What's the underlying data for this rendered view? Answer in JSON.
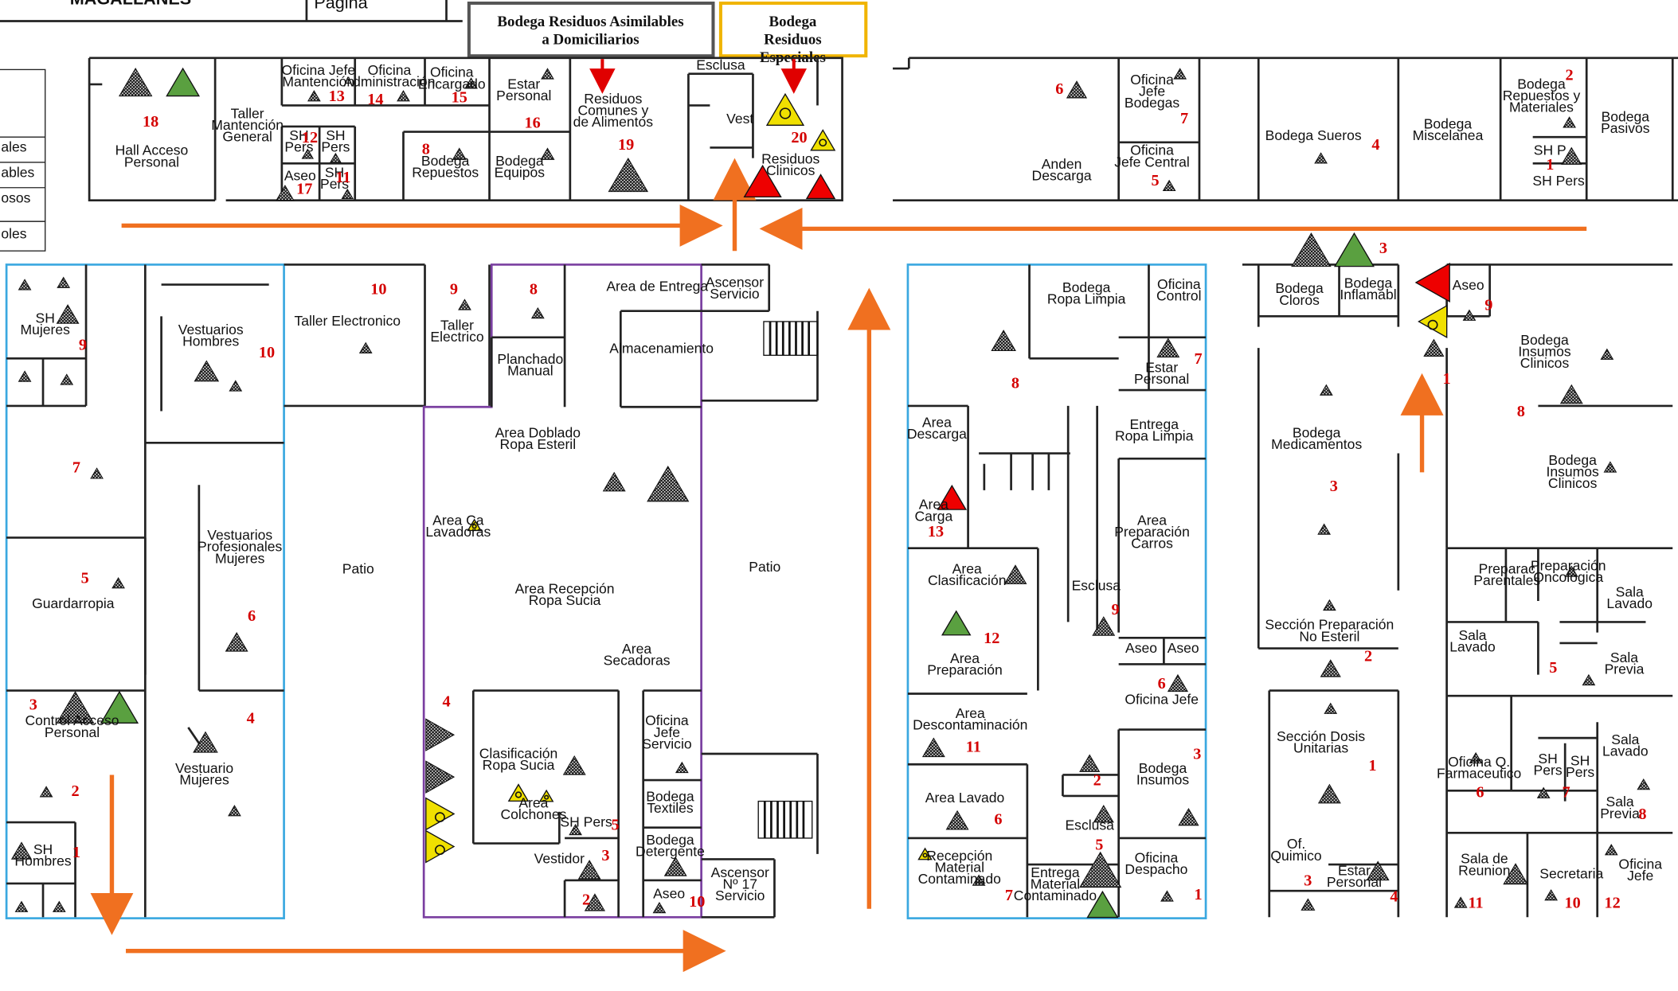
{
  "header": {
    "institution_cut": "MAGALLANES",
    "page_label_cut": "Página",
    "bodega_asimilables": "Bodega Residuos Asimilables a Domiciliarios",
    "bodega_especiales": "Bodega Residuos Especiales"
  },
  "left_legend": [
    "ales",
    "ables",
    "osos",
    "oles"
  ],
  "rooms": [
    {
      "id": "hall",
      "lines": [
        "Hall Acceso",
        "Personal"
      ]
    },
    {
      "id": "taller-mant",
      "lines": [
        "Taller",
        "Mantención",
        "General"
      ]
    },
    {
      "id": "of-jefe-mant",
      "lines": [
        "Oficina Jefe",
        "Mantención"
      ]
    },
    {
      "id": "of-admin",
      "lines": [
        "Oficina",
        "Administración"
      ]
    },
    {
      "id": "of-encargado",
      "lines": [
        "Oficina",
        "Encargado"
      ]
    },
    {
      "id": "estar-personal-top",
      "lines": [
        "Estar",
        "Personal"
      ]
    },
    {
      "id": "sh-pers-a",
      "lines": [
        "SH",
        "Pers"
      ]
    },
    {
      "id": "sh-pers-b",
      "lines": [
        "SH",
        "Pers"
      ]
    },
    {
      "id": "aseo-top",
      "lines": [
        "Aseo"
      ]
    },
    {
      "id": "sh-pers-c",
      "lines": [
        "SH",
        "Pers"
      ]
    },
    {
      "id": "bodega-repuestos",
      "lines": [
        "Bodega",
        "Repuestos"
      ]
    },
    {
      "id": "bodega-equipos",
      "lines": [
        "Bodega",
        "Equipos"
      ]
    },
    {
      "id": "residuos-comunes",
      "lines": [
        "Residuos",
        "Comunes y",
        "de Alimentos"
      ]
    },
    {
      "id": "esclusa-top",
      "lines": [
        "Esclusa"
      ]
    },
    {
      "id": "vest",
      "lines": [
        "Vest"
      ]
    },
    {
      "id": "residuos-clinicos",
      "lines": [
        "Residuos",
        "Clinicos"
      ]
    },
    {
      "id": "anden",
      "lines": [
        "Anden",
        "Descarga"
      ]
    },
    {
      "id": "of-jefe-bodegas",
      "lines": [
        "Oficina",
        "Jefe",
        "Bodegas"
      ]
    },
    {
      "id": "of-jefe-central",
      "lines": [
        "Oficina",
        "Jefe Central"
      ]
    },
    {
      "id": "bodega-sueros",
      "lines": [
        "Bodega Sueros"
      ]
    },
    {
      "id": "bodega-miscelanea",
      "lines": [
        "Bodega",
        "Miscelanea"
      ]
    },
    {
      "id": "bodega-repuestos-mat",
      "lines": [
        "Bodega",
        "Repuestos y",
        "Materiales"
      ]
    },
    {
      "id": "sh-p-right",
      "lines": [
        "SH P"
      ]
    },
    {
      "id": "sh-pers-right",
      "lines": [
        "SH Pers"
      ]
    },
    {
      "id": "bodega-pasivos",
      "lines": [
        "Bodega",
        "Pasivos"
      ]
    },
    {
      "id": "sh-mujeres",
      "lines": [
        "SH",
        "Mujeres"
      ]
    },
    {
      "id": "vest-hombres",
      "lines": [
        "Vestuarios",
        "Hombres"
      ]
    },
    {
      "id": "guardarropia",
      "lines": [
        "Guardarropia"
      ]
    },
    {
      "id": "vest-prof-mujeres",
      "lines": [
        "Vestuarios",
        "Profesionales",
        "Mujeres"
      ]
    },
    {
      "id": "control-acceso",
      "lines": [
        "Control Acceso",
        "Personal"
      ]
    },
    {
      "id": "vest-mujeres",
      "lines": [
        "Vestuario",
        "Mujeres"
      ]
    },
    {
      "id": "sh-hombres",
      "lines": [
        "SH",
        "Hombres"
      ]
    },
    {
      "id": "taller-electronico",
      "lines": [
        "Taller Electronico"
      ]
    },
    {
      "id": "patio-left",
      "lines": [
        "Patio"
      ]
    },
    {
      "id": "taller-electrico",
      "lines": [
        "Taller",
        "Electrico"
      ]
    },
    {
      "id": "planchado",
      "lines": [
        "Planchado",
        "Manual"
      ]
    },
    {
      "id": "area-entrega",
      "lines": [
        "Area de Entrega"
      ]
    },
    {
      "id": "almacenamiento",
      "lines": [
        "Almacenamiento"
      ]
    },
    {
      "id": "ascensor-servicio",
      "lines": [
        "Ascensor",
        "Servicio"
      ]
    },
    {
      "id": "doblado",
      "lines": [
        "Area Doblado",
        "Ropa Esteril"
      ]
    },
    {
      "id": "lavadoras",
      "lines": [
        "Area Ca",
        "Lavadoras"
      ]
    },
    {
      "id": "recepcion-sucia",
      "lines": [
        "Area Recepción",
        "Ropa Sucia"
      ]
    },
    {
      "id": "secadoras",
      "lines": [
        "Area",
        "Secadoras"
      ]
    },
    {
      "id": "patio-right",
      "lines": [
        "Patio"
      ]
    },
    {
      "id": "clasif-sucia",
      "lines": [
        "Clasificación",
        "Ropa Sucia"
      ]
    },
    {
      "id": "colchones",
      "lines": [
        "Area",
        "Colchones"
      ]
    },
    {
      "id": "sh-pers-lav",
      "lines": [
        "SH Pers"
      ]
    },
    {
      "id": "vestidor",
      "lines": [
        "Vestidor"
      ]
    },
    {
      "id": "of-jefe-servicio",
      "lines": [
        "Oficina",
        "Jefe",
        "Servicio"
      ]
    },
    {
      "id": "bodega-textiles",
      "lines": [
        "Bodega",
        "Textiles"
      ]
    },
    {
      "id": "bodega-detergente",
      "lines": [
        "Bodega",
        "Detergente"
      ]
    },
    {
      "id": "aseo-lav",
      "lines": [
        "Aseo"
      ]
    },
    {
      "id": "ascensor-17",
      "lines": [
        "Ascensor",
        "Nº 17",
        "Servicio"
      ]
    },
    {
      "id": "bodega-ropa-limpia",
      "lines": [
        "Bodega",
        "Ropa Limpia"
      ]
    },
    {
      "id": "of-control",
      "lines": [
        "Oficina",
        "Control"
      ]
    },
    {
      "id": "estar-personal-ester",
      "lines": [
        "Estar",
        "Personal"
      ]
    },
    {
      "id": "area-descarga",
      "lines": [
        "Area",
        "Descarga"
      ]
    },
    {
      "id": "entrega-ropa-limpia",
      "lines": [
        "Entrega",
        "Ropa Limpia"
      ]
    },
    {
      "id": "area-carga",
      "lines": [
        "Area",
        "Carga"
      ]
    },
    {
      "id": "prep-carros",
      "lines": [
        "Area",
        "Preparación",
        "Carros"
      ]
    },
    {
      "id": "area-clasificacion",
      "lines": [
        "Area",
        "Clasificación"
      ]
    },
    {
      "id": "esclusa-mid",
      "lines": [
        "Esclusa"
      ]
    },
    {
      "id": "area-preparacion",
      "lines": [
        "Area",
        "Preparación"
      ]
    },
    {
      "id": "aseo-e1",
      "lines": [
        "Aseo"
      ]
    },
    {
      "id": "aseo-e2",
      "lines": [
        "Aseo"
      ]
    },
    {
      "id": "of-jefe-ester",
      "lines": [
        "Oficina Jefe"
      ]
    },
    {
      "id": "area-descontam",
      "lines": [
        "Area",
        "Descontaminación"
      ]
    },
    {
      "id": "bodega-insumos-ester",
      "lines": [
        "Bodega",
        "Insumos"
      ]
    },
    {
      "id": "area-lavado",
      "lines": [
        "Area Lavado"
      ]
    },
    {
      "id": "esclusa-low",
      "lines": [
        "Esclusa"
      ]
    },
    {
      "id": "recepcion-contam",
      "lines": [
        "Recepción",
        "Material",
        "Contaminado"
      ]
    },
    {
      "id": "entrega-contam",
      "lines": [
        "Entrega",
        "Material",
        "Contaminado"
      ]
    },
    {
      "id": "of-despacho",
      "lines": [
        "Oficina",
        "Despacho"
      ]
    },
    {
      "id": "bodega-cloros",
      "lines": [
        "Bodega",
        "Cloros"
      ]
    },
    {
      "id": "bodega-inflamabl",
      "lines": [
        "Bodega",
        "Inflamabl"
      ]
    },
    {
      "id": "aseo-farm",
      "lines": [
        "Aseo"
      ]
    },
    {
      "id": "bodega-insumos-clin-1",
      "lines": [
        "Bodega",
        "Insumos",
        "Clinicos"
      ]
    },
    {
      "id": "bodega-medicamentos",
      "lines": [
        "Bodega",
        "Medicamentos"
      ]
    },
    {
      "id": "bodega-insumos-clin-2",
      "lines": [
        "Bodega",
        "Insumos",
        "Clinicos"
      ]
    },
    {
      "id": "prep-parentales",
      "lines": [
        "Preparac",
        "Parentales"
      ]
    },
    {
      "id": "prep-oncologica",
      "lines": [
        "Preparación",
        "Oncologica"
      ]
    },
    {
      "id": "sala-lavado-1",
      "lines": [
        "Sala",
        "Lavado"
      ]
    },
    {
      "id": "sala-lavado-2",
      "lines": [
        "Sala",
        "Lavado"
      ]
    },
    {
      "id": "seccion-prep",
      "lines": [
        "Sección Preparación",
        "No Esteril"
      ]
    },
    {
      "id": "sala-previa-1",
      "lines": [
        "Sala",
        "Previa"
      ]
    },
    {
      "id": "seccion-dosis",
      "lines": [
        "Sección Dosis",
        "Unitarias"
      ]
    },
    {
      "id": "oficina-farm",
      "lines": [
        "Oficina Q.",
        "Farmaceutico"
      ]
    },
    {
      "id": "sh-pers-f1",
      "lines": [
        "SH",
        "Pers"
      ]
    },
    {
      "id": "sh-pers-f2",
      "lines": [
        "SH",
        "Pers"
      ]
    },
    {
      "id": "sala-lavado-3",
      "lines": [
        "Sala",
        "Lavado"
      ]
    },
    {
      "id": "sala-previa-2",
      "lines": [
        "Sala",
        "Previa"
      ]
    },
    {
      "id": "of-quimico",
      "lines": [
        "Of.",
        "Quimico"
      ]
    },
    {
      "id": "estar-personal-farm",
      "lines": [
        "Estar",
        "Personal"
      ]
    },
    {
      "id": "sala-reunion",
      "lines": [
        "Sala de",
        "Reunion"
      ]
    },
    {
      "id": "secretaria",
      "lines": [
        "Secretaria"
      ]
    },
    {
      "id": "oficina-jefe-farm",
      "lines": [
        "Oficina",
        "Jefe"
      ]
    }
  ],
  "numbers": [
    "18",
    "13",
    "14",
    "15",
    "16",
    "12",
    "11",
    "17",
    "8",
    "19",
    "20",
    "6",
    "7",
    "5",
    "4",
    "2",
    "1",
    "3",
    "10",
    "9",
    "8",
    "7",
    "5",
    "6",
    "3",
    "4",
    "2",
    "1",
    "10",
    "9",
    "8",
    "7",
    "9",
    "6",
    "3",
    "2",
    "5",
    "1",
    "3",
    "2",
    "13",
    "12",
    "4",
    "5",
    "11",
    "6",
    "7",
    "10",
    "9",
    "8",
    "1",
    "3",
    "2",
    "1",
    "3",
    "4",
    "5",
    "6",
    "7",
    "8",
    "11",
    "10",
    "12",
    "15",
    "9",
    "13",
    "14"
  ],
  "colors": {
    "orange_arrow": "#f07020",
    "red_arrow": "#e00000",
    "zone_blue": "#3aa8e0",
    "zone_purple": "#7a3fa0",
    "legend_gray_border": "#555555",
    "legend_gold_border": "#f0b400",
    "triangle_red": "#ee0000",
    "triangle_green": "#5aa040",
    "triangle_yellow": "#f0e000"
  },
  "icons": [
    "hazard-triangle-icon",
    "biohazard-icon",
    "direction-arrow-icon",
    "stairs-icon"
  ]
}
